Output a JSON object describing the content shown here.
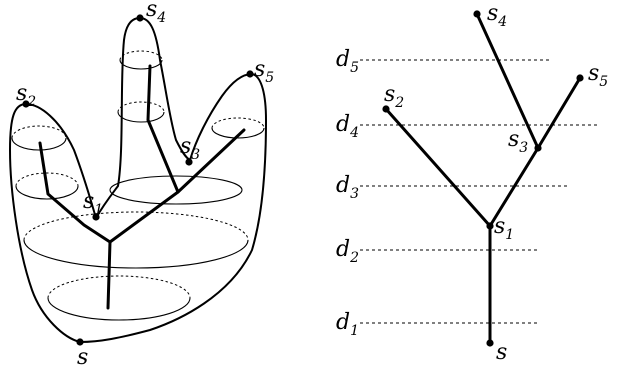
{
  "labels": {
    "points": {
      "s": "s",
      "s1": {
        "base": "s",
        "sub": "1"
      },
      "s2": {
        "base": "s",
        "sub": "2"
      },
      "s3": {
        "base": "s",
        "sub": "3"
      },
      "s4": {
        "base": "s",
        "sub": "4"
      },
      "s5": {
        "base": "s",
        "sub": "5"
      }
    },
    "levels": {
      "d1": {
        "base": "d",
        "sub": "1"
      },
      "d2": {
        "base": "d",
        "sub": "2"
      },
      "d3": {
        "base": "d",
        "sub": "3"
      },
      "d4": {
        "base": "d",
        "sub": "4"
      },
      "d5": {
        "base": "d",
        "sub": "5"
      }
    }
  }
}
